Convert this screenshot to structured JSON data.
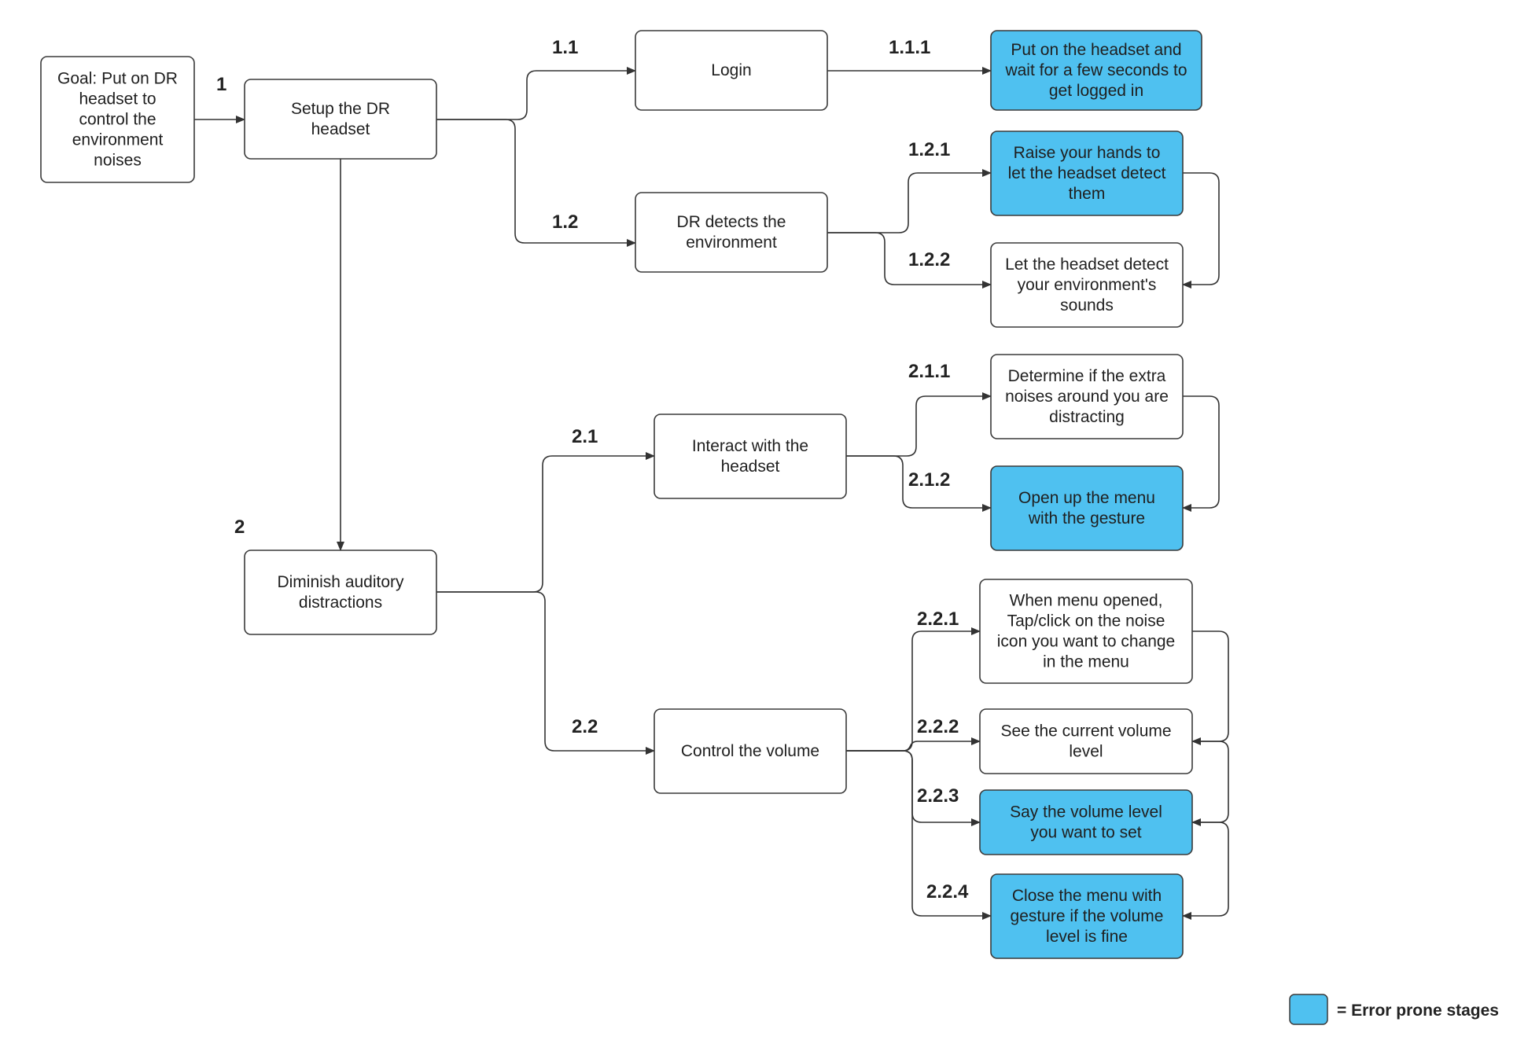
{
  "colors": {
    "error_fill": "#4FC1F0",
    "normal_fill": "#FFFFFF",
    "stroke": "#3A3A3A",
    "text": "#1F1F1F"
  },
  "nodes": [
    {
      "id": "goal",
      "lines": [
        "Goal: Put on DR",
        "headset to",
        "control the",
        "environment",
        "noises"
      ],
      "error": false
    },
    {
      "id": "n1",
      "lines": [
        "Setup the DR",
        "headset"
      ],
      "error": false
    },
    {
      "id": "n1_1",
      "lines": [
        "Login"
      ],
      "error": false
    },
    {
      "id": "n1_1_1",
      "lines": [
        "Put on the headset and",
        "wait for a few seconds to",
        "get logged in"
      ],
      "error": true
    },
    {
      "id": "n1_2",
      "lines": [
        "DR detects the",
        "environment"
      ],
      "error": false
    },
    {
      "id": "n1_2_1",
      "lines": [
        "Raise your hands to",
        "let the headset detect",
        "them"
      ],
      "error": true
    },
    {
      "id": "n1_2_2",
      "lines": [
        "Let the headset detect",
        "your environment's",
        "sounds"
      ],
      "error": false
    },
    {
      "id": "n2",
      "lines": [
        "Diminish auditory",
        "distractions"
      ],
      "error": false
    },
    {
      "id": "n2_1",
      "lines": [
        "Interact with the",
        "headset"
      ],
      "error": false
    },
    {
      "id": "n2_1_1",
      "lines": [
        "Determine if the extra",
        "noises around you are",
        "distracting"
      ],
      "error": false
    },
    {
      "id": "n2_1_2",
      "lines": [
        "Open up the menu",
        "with the gesture"
      ],
      "error": true
    },
    {
      "id": "n2_2",
      "lines": [
        "Control the volume"
      ],
      "error": false
    },
    {
      "id": "n2_2_1",
      "lines": [
        "When menu opened,",
        "Tap/click on the noise",
        "icon you want to change",
        "in the menu"
      ],
      "error": false
    },
    {
      "id": "n2_2_2",
      "lines": [
        "See the current volume",
        "level"
      ],
      "error": false
    },
    {
      "id": "n2_2_3",
      "lines": [
        "Say the volume level",
        "you want to set"
      ],
      "error": true
    },
    {
      "id": "n2_2_4",
      "lines": [
        "Close the menu with",
        "gesture if the volume",
        "level is fine"
      ],
      "error": true
    }
  ],
  "step_labels": [
    {
      "id": "l1",
      "text": "1"
    },
    {
      "id": "l1_1",
      "text": "1.1"
    },
    {
      "id": "l1_1_1",
      "text": "1.1.1"
    },
    {
      "id": "l1_2",
      "text": "1.2"
    },
    {
      "id": "l1_2_1",
      "text": "1.2.1"
    },
    {
      "id": "l1_2_2",
      "text": "1.2.2"
    },
    {
      "id": "l2",
      "text": "2"
    },
    {
      "id": "l2_1",
      "text": "2.1"
    },
    {
      "id": "l2_1_1",
      "text": "2.1.1"
    },
    {
      "id": "l2_1_2",
      "text": "2.1.2"
    },
    {
      "id": "l2_2",
      "text": "2.2"
    },
    {
      "id": "l2_2_1",
      "text": "2.2.1"
    },
    {
      "id": "l2_2_2",
      "text": "2.2.2"
    },
    {
      "id": "l2_2_3",
      "text": "2.2.3"
    },
    {
      "id": "l2_2_4",
      "text": "2.2.4"
    }
  ],
  "edges": [
    {
      "from": "goal",
      "to": "n1"
    },
    {
      "from": "n1",
      "to": "n1_1"
    },
    {
      "from": "n1",
      "to": "n1_2"
    },
    {
      "from": "n1",
      "to": "n2"
    },
    {
      "from": "n1_1",
      "to": "n1_1_1"
    },
    {
      "from": "n1_2",
      "to": "n1_2_1"
    },
    {
      "from": "n1_2",
      "to": "n1_2_2"
    },
    {
      "from": "n1_2_1",
      "to": "n1_2_2"
    },
    {
      "from": "n2",
      "to": "n2_1"
    },
    {
      "from": "n2",
      "to": "n2_2"
    },
    {
      "from": "n2_1",
      "to": "n2_1_1"
    },
    {
      "from": "n2_1",
      "to": "n2_1_2"
    },
    {
      "from": "n2_1_1",
      "to": "n2_1_2"
    },
    {
      "from": "n2_2",
      "to": "n2_2_1"
    },
    {
      "from": "n2_2",
      "to": "n2_2_2"
    },
    {
      "from": "n2_2",
      "to": "n2_2_3"
    },
    {
      "from": "n2_2",
      "to": "n2_2_4"
    },
    {
      "from": "n2_2_1",
      "to": "n2_2_2"
    },
    {
      "from": "n2_2_2",
      "to": "n2_2_3"
    },
    {
      "from": "n2_2_3",
      "to": "n2_2_4"
    }
  ],
  "legend": {
    "text": "=  Error prone stages",
    "swatch_color": "#4FC1F0"
  }
}
